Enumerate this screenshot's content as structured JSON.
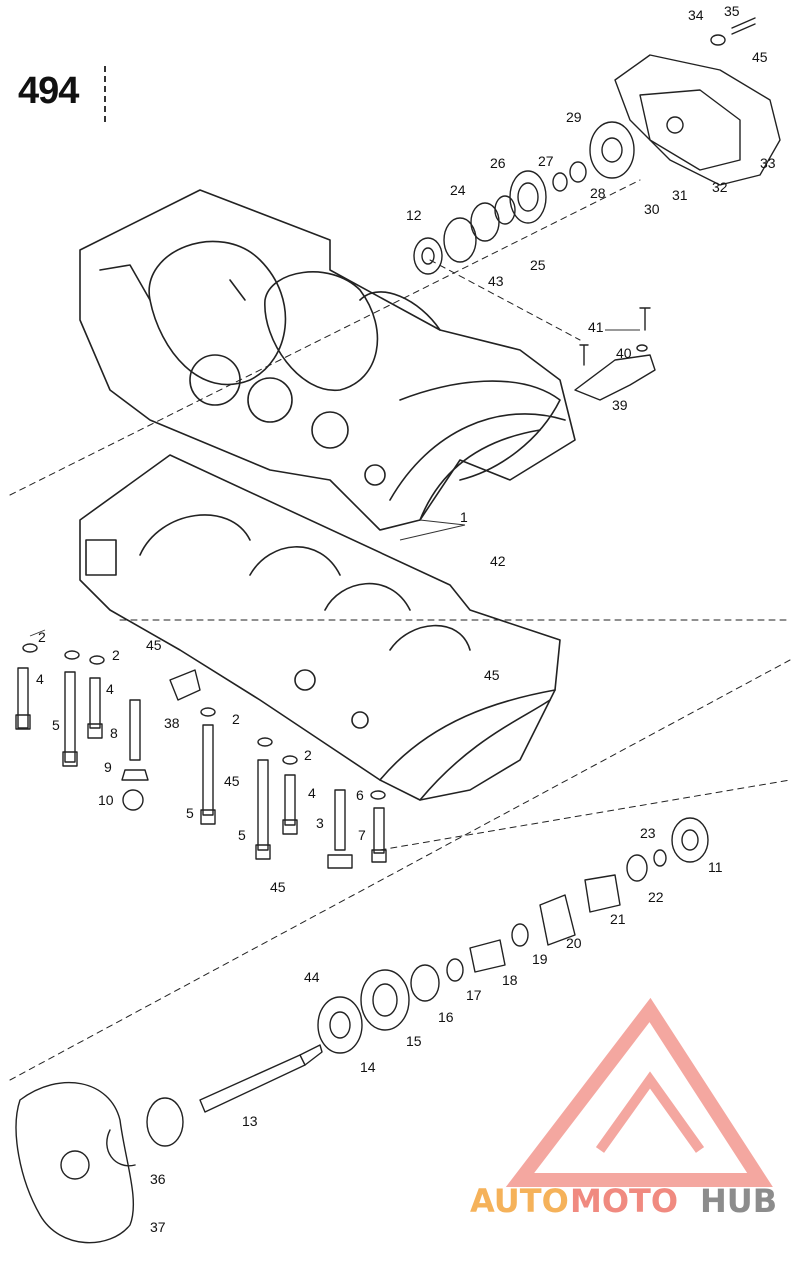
{
  "page": {
    "number": "494"
  },
  "callouts": [
    "1",
    "2",
    "3",
    "4",
    "5",
    "6",
    "7",
    "8",
    "9",
    "10",
    "11",
    "12",
    "13",
    "14",
    "15",
    "16",
    "17",
    "18",
    "19",
    "20",
    "21",
    "22",
    "23",
    "24",
    "25",
    "26",
    "27",
    "28",
    "29",
    "30",
    "31",
    "32",
    "33",
    "34",
    "35",
    "36",
    "37",
    "38",
    "39",
    "40",
    "41",
    "42",
    "43",
    "44",
    "45"
  ],
  "watermark": {
    "part1": "AUTO",
    "part2": "MOTO",
    "part3": "HUB"
  },
  "colors": {
    "line": "#222222",
    "watermark_red": "#f08a80",
    "watermark_orange": "#f5b25a",
    "watermark_gray": "#8c8c8c"
  }
}
